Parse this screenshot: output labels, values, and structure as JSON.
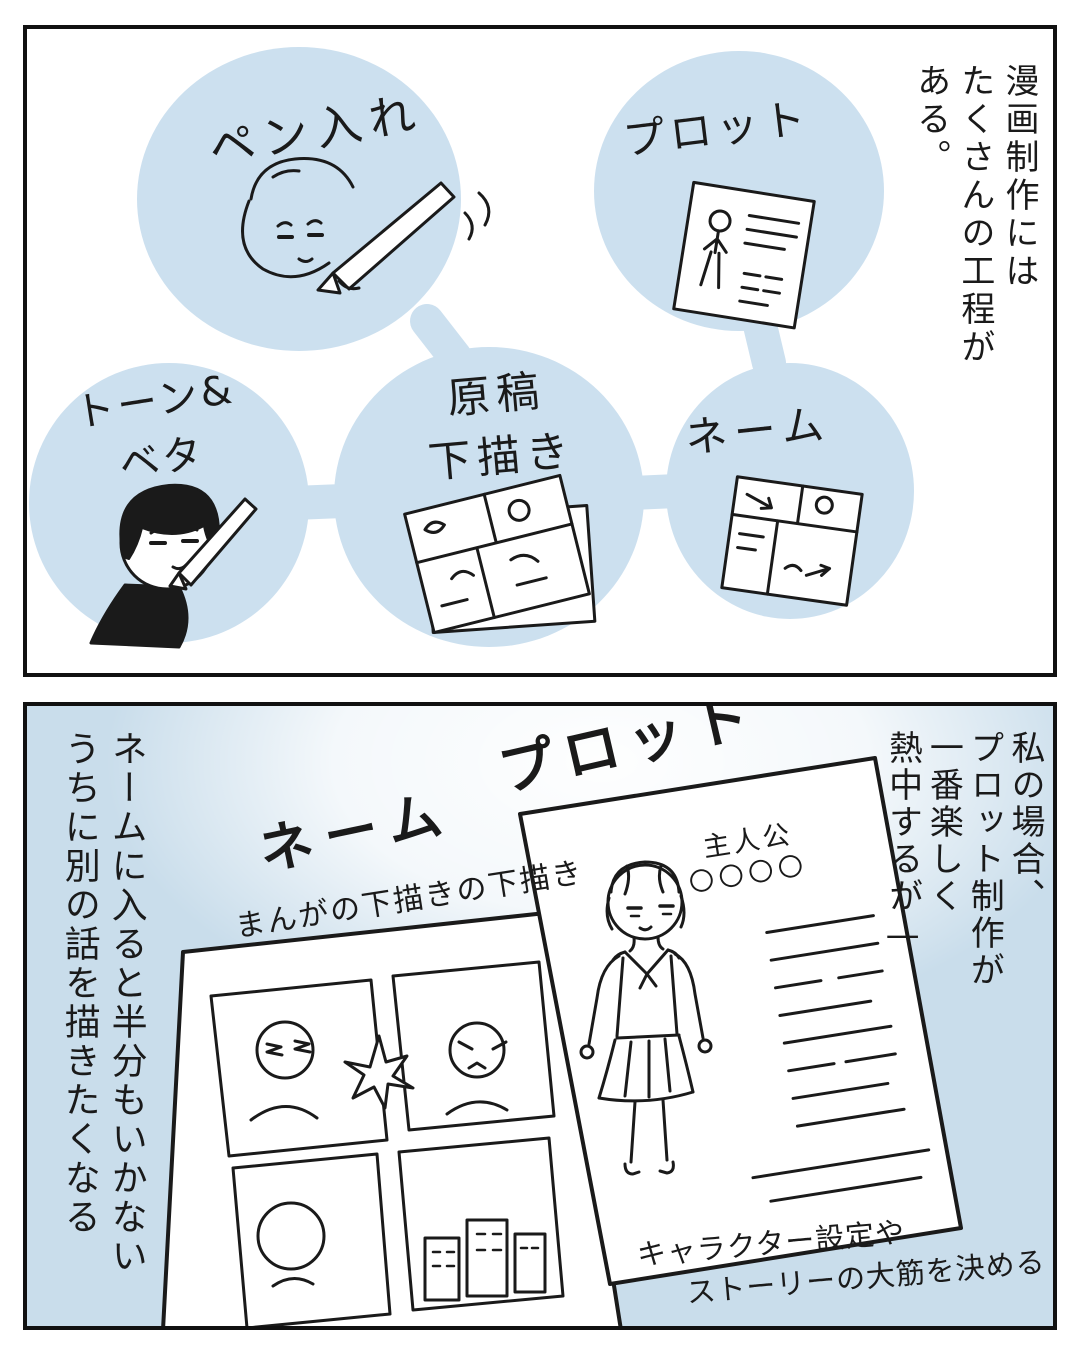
{
  "colors": {
    "bubble_blue": "#cce0ef",
    "panel2_bg": "#c9ddeb",
    "ink": "#1a1a1a"
  },
  "panel1": {
    "caption_lines": [
      "漫画制作には",
      "たくさんの工程が",
      "ある。"
    ],
    "bubbles": {
      "inking": "ペン入れ",
      "plot": "プロット",
      "tone_line1": "トーン&",
      "tone_line2": "ベタ",
      "draft_line1": "原稿",
      "draft_line2": "下描き",
      "name": "ネーム"
    }
  },
  "panel2": {
    "caption_right_lines": [
      "私の場合、",
      "プロット制作が",
      "一番楽しく",
      "熱中するが—"
    ],
    "caption_left_lines": [
      "ネームに入ると半分もいかない",
      "うちに別の話を描きたくなる"
    ],
    "plot_title": "プロット",
    "name_title": "ネーム",
    "name_subtitle": "まんがの下描きの下描き",
    "plot_paper": {
      "protagonist_label": "主人公",
      "protagonist_name": "〇〇〇〇"
    },
    "note_lines": [
      "キャラクター設定や",
      "ストーリーの大筋を決める"
    ]
  }
}
